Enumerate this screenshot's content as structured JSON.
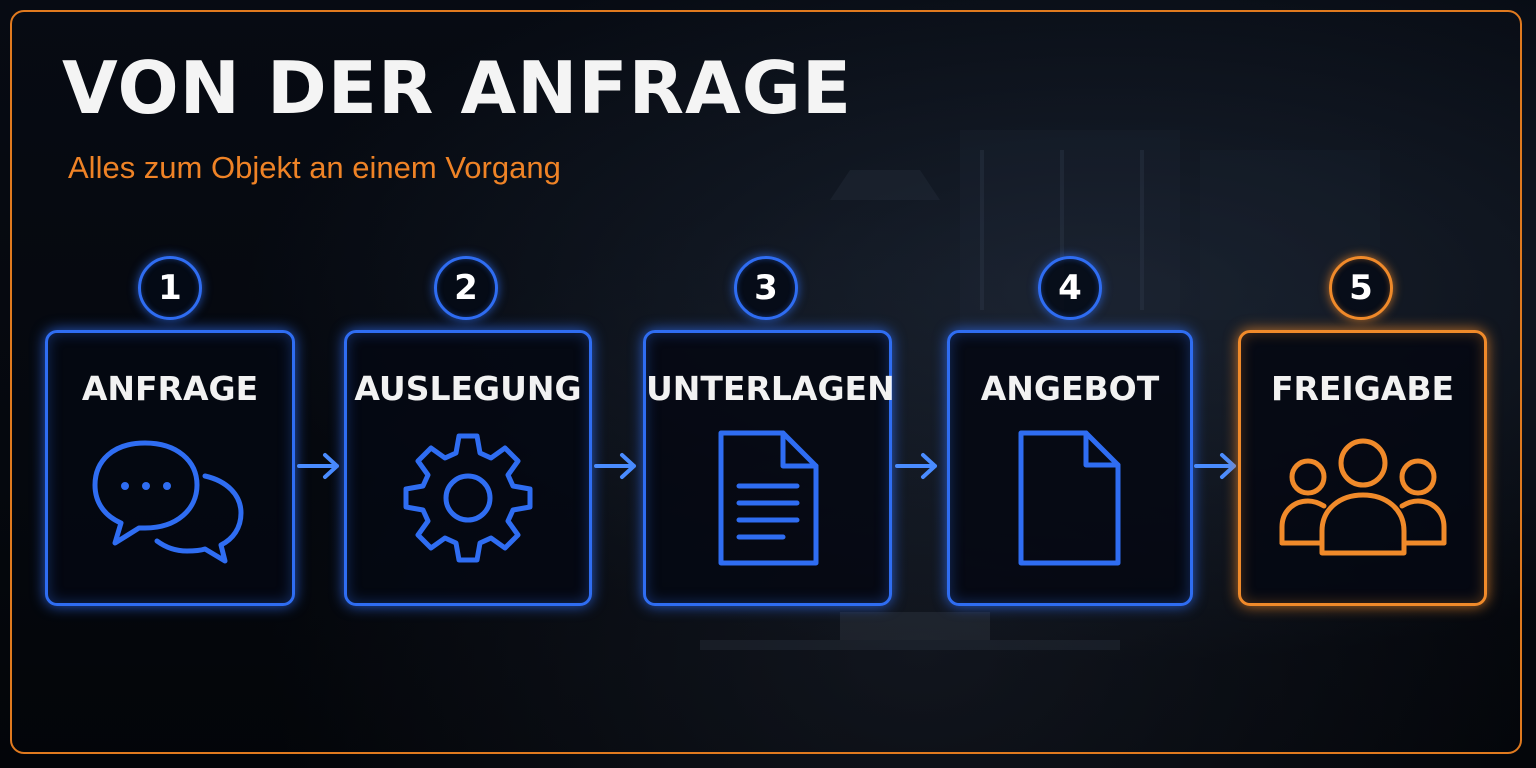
{
  "title": "VON DER ANFRAGE",
  "subtitle": "Alles zum Objekt an einem Vorgang",
  "colors": {
    "frame": "#e07a1f",
    "subtitle": "#ef8326",
    "step_blue": "#2f6df2",
    "step_accent": "#f08a2a",
    "arrow": "#4a8cff"
  },
  "steps": [
    {
      "number": "1",
      "label": "ANFRAGE",
      "icon": "chat-bubbles-icon"
    },
    {
      "number": "2",
      "label": "AUSLEGUNG",
      "icon": "gear-icon"
    },
    {
      "number": "3",
      "label": "UNTERLAGEN",
      "icon": "document-text-icon"
    },
    {
      "number": "4",
      "label": "ANGEBOT",
      "icon": "document-blank-icon"
    },
    {
      "number": "5",
      "label": "FREIGABE",
      "icon": "user-group-icon"
    }
  ]
}
